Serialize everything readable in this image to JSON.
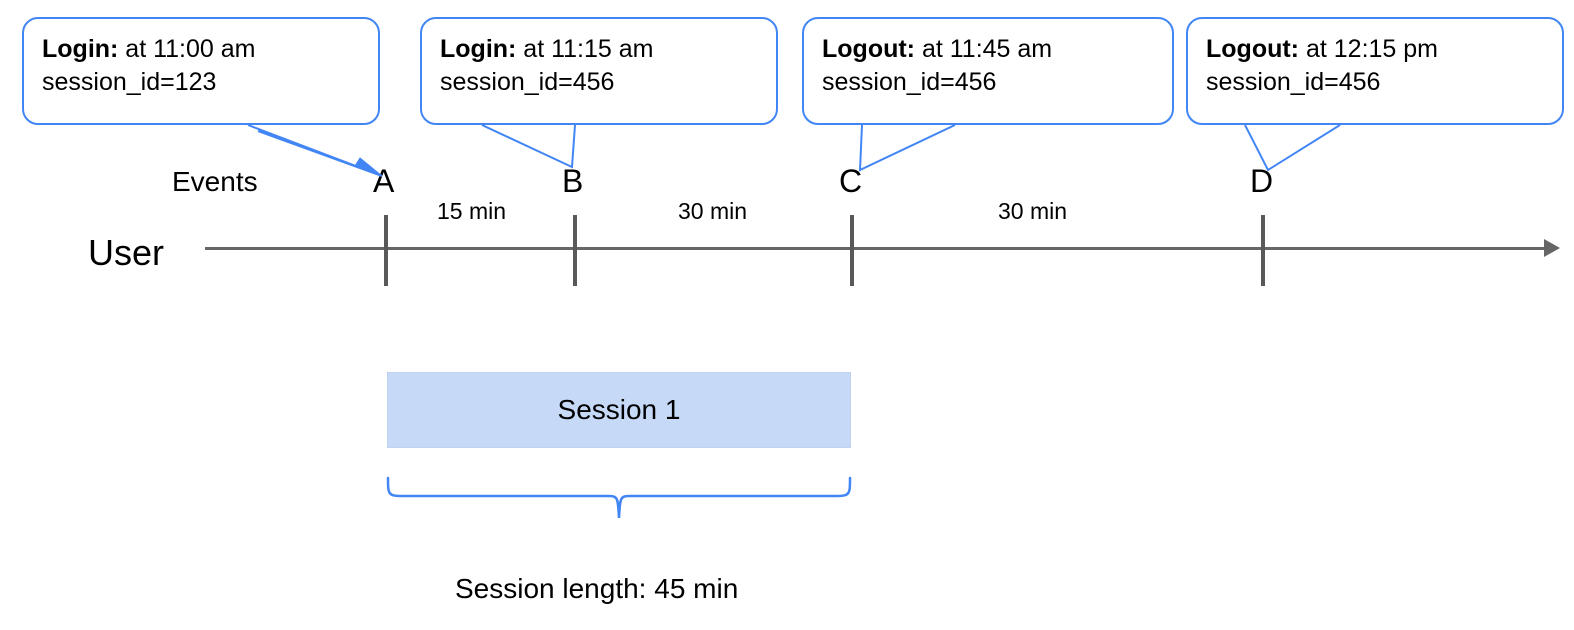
{
  "diagram": {
    "type": "event-timeline",
    "row_labels": {
      "events": "Events",
      "user": "User"
    },
    "events": [
      {
        "letter": "A",
        "event": "Login:",
        "detail": " at 11:00 am",
        "session_line": "session_id=123",
        "time": "11:00 am",
        "session_id": "123"
      },
      {
        "letter": "B",
        "event": "Login:",
        "detail": " at 11:15 am",
        "session_line": "session_id=456",
        "time": "11:15 am",
        "session_id": "456"
      },
      {
        "letter": "C",
        "event": "Logout:",
        "detail": " at 11:45 am",
        "session_line": "session_id=456",
        "time": "11:45 am",
        "session_id": "456"
      },
      {
        "letter": "D",
        "event": "Logout:",
        "detail": " at 12:15 pm",
        "session_line": "session_id=456",
        "time": "12:15 pm",
        "session_id": "456"
      }
    ],
    "intervals": [
      {
        "from": "A",
        "to": "B",
        "label": "15 min"
      },
      {
        "from": "B",
        "to": "C",
        "label": "30 min"
      },
      {
        "from": "C",
        "to": "D",
        "label": "30 min"
      }
    ],
    "session": {
      "bar_label": "Session 1",
      "length_caption": "Session length: 45 min"
    },
    "colors": {
      "callout_border": "#4285f4",
      "axis": "#666666",
      "tick": "#595959",
      "session_fill": "#c6d9f7",
      "brace": "#4285f4",
      "text": "#000000"
    }
  }
}
